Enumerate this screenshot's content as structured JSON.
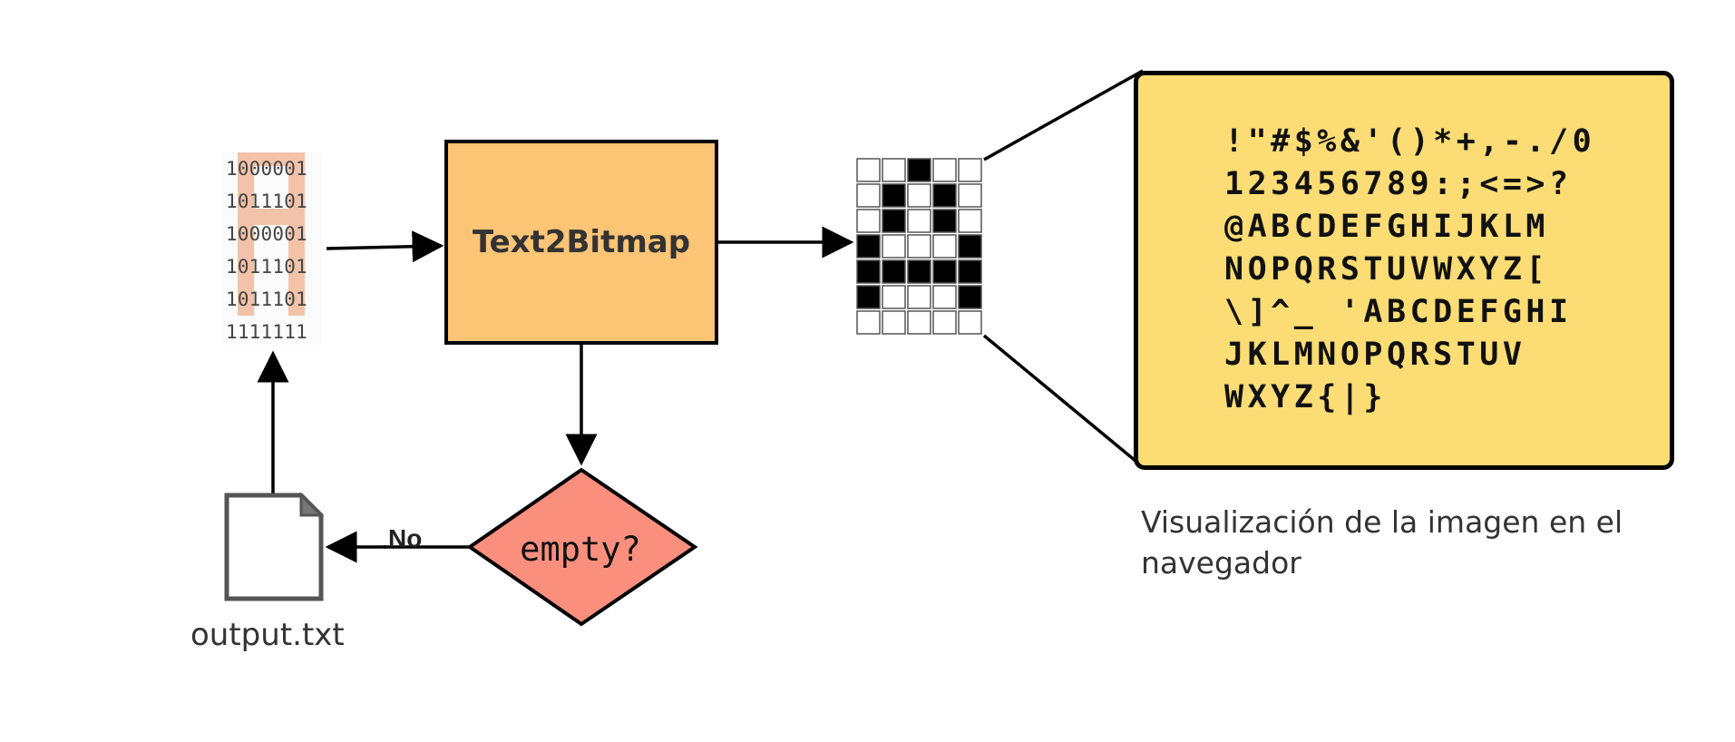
{
  "input_bits": {
    "lines": [
      "1000001",
      "1011101",
      "1000001",
      "1011101",
      "1011101",
      "1111111"
    ]
  },
  "process": {
    "label": "Text2Bitmap"
  },
  "decision": {
    "label": "empty?"
  },
  "edge_no": {
    "label": "No"
  },
  "output_file": {
    "caption": "output.txt"
  },
  "bitmap": {
    "rows": [
      [
        0,
        0,
        1,
        0,
        0
      ],
      [
        0,
        1,
        0,
        1,
        0
      ],
      [
        0,
        1,
        0,
        1,
        0
      ],
      [
        1,
        0,
        0,
        0,
        1
      ],
      [
        1,
        1,
        1,
        1,
        1
      ],
      [
        1,
        0,
        0,
        0,
        1
      ],
      [
        0,
        0,
        0,
        0,
        0
      ]
    ],
    "on_color": "#000000",
    "off_color": "#ffffff"
  },
  "font_preview": {
    "rows": [
      "!\"#$%&'()*+,-./0",
      "123456789:;<=>?",
      "@ABCDEFGHIJKLM",
      "NOPQRSTUVWXYZ[",
      "\\]^_ 'ABCDEFGHI",
      "JKLMNOPQRSTUV",
      "WXYZ{|}"
    ]
  },
  "preview_caption": {
    "lines": [
      "Visualización de la imagen en el",
      "navegador"
    ]
  },
  "colors": {
    "process_fill": "#fcc475",
    "decision_fill": "#fa8f7e",
    "preview_fill": "#fcdc74",
    "bits_highlight": "#f2c3a8"
  }
}
